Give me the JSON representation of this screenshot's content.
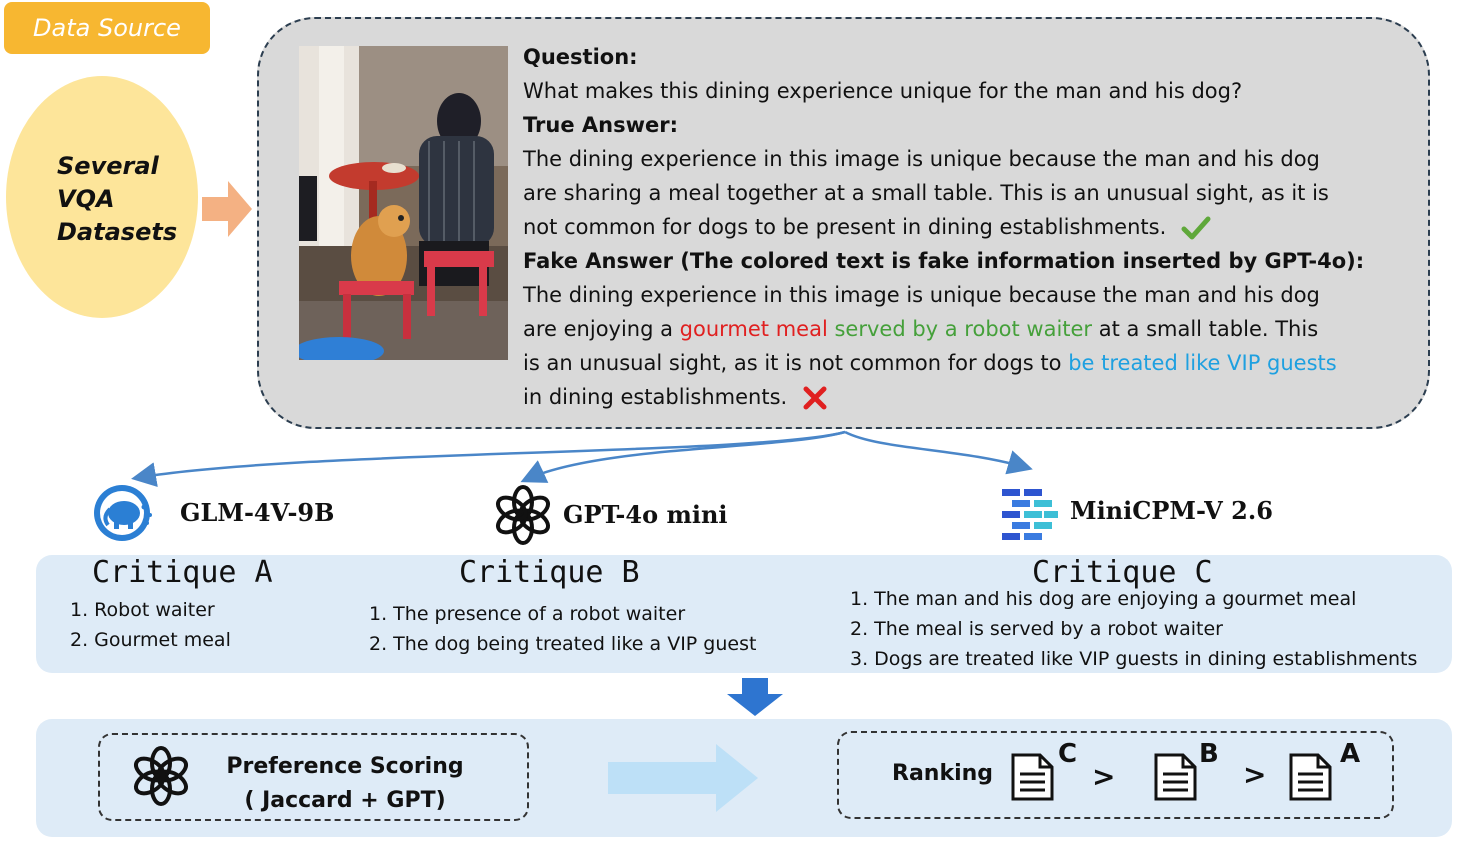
{
  "data_source": {
    "tag_label": "Data Source",
    "datasets_line1": "Several",
    "datasets_line2": "VQA",
    "datasets_line3": "Datasets"
  },
  "question_box": {
    "question_label": "Question:",
    "question_text": "What makes this dining experience unique for the man and his dog?",
    "true_label": "True Answer:",
    "true_line1": "The dining experience in this image is unique because the man and his dog",
    "true_line2": "are sharing a meal together at a small table. This is an unusual sight, as it is",
    "true_line3": "not common for dogs to be present in dining establishments.",
    "fake_label": "Fake Answer (The colored text is fake information inserted by GPT-4o):",
    "fake_line1": "The dining experience in this image is unique because the man and his dog",
    "fake_line2_a": "are enjoying a ",
    "fake_line2_red": "gourmet meal",
    "fake_line2_green": " served by a robot waiter",
    "fake_line2_b": " at a small table. This",
    "fake_line3_a": "is an unusual sight, as it is not common for dogs to ",
    "fake_line3_cyan": "be treated like VIP guests",
    "fake_line4": "in dining establishments.",
    "colors": {
      "red": "#e02020",
      "green": "#45a03a",
      "cyan": "#1ea0e0"
    }
  },
  "models": [
    {
      "name": "GLM-4V-9B",
      "icon": "elephant-logo-icon"
    },
    {
      "name": "GPT-4o mini",
      "icon": "openai-logo-icon"
    },
    {
      "name": "MiniCPM-V 2.6",
      "icon": "brick-logo-icon"
    }
  ],
  "critiques": {
    "a": {
      "title": "Critique A",
      "items": [
        "1. Robot waiter",
        "2. Gourmet meal"
      ]
    },
    "b": {
      "title": "Critique B",
      "items": [
        "1. The presence of a robot waiter",
        "2. The dog being treated like a VIP guest"
      ]
    },
    "c": {
      "title": "Critique C",
      "items": [
        "1. The man and his dog are enjoying a gourmet meal",
        "2. The meal is served by a robot waiter",
        "3. Dogs are treated like VIP guests in dining establishments"
      ]
    }
  },
  "scoring": {
    "line1": "Preference Scoring",
    "line2": "( Jaccard + GPT)"
  },
  "ranking": {
    "label": "Ranking",
    "order": [
      "C",
      "B",
      "A"
    ],
    "separator": ">"
  }
}
